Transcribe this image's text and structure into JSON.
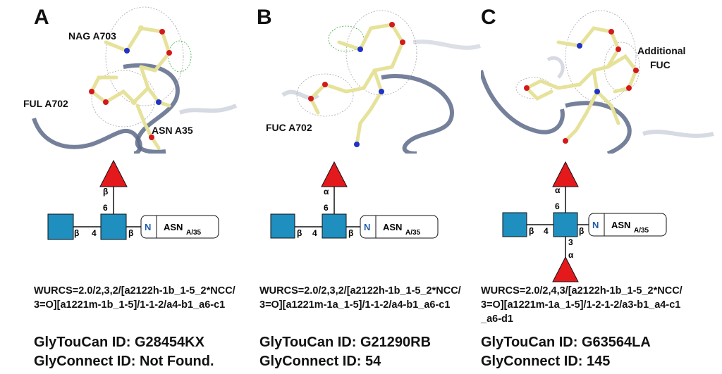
{
  "panels": [
    {
      "letter": "A",
      "structure_labels": [
        "NAG A703",
        "FUL A702",
        "ASN A35"
      ],
      "glycan": {
        "residue": "ASN",
        "subscript": "A/35",
        "link_n": "N",
        "core_to_asn": "β",
        "chitobiose_anomer": "β",
        "chitobiose_position": "4",
        "fucose_anomer": "β",
        "fucose_position": "6"
      },
      "wurcs": "WURCS=2.0/2,3,2/[a2122h-1b_1-5_2*NCC/3=O][a1221m-1b_1-5]/1-1-2/a4-b1_a6-c1",
      "glytoucan_label": "GlyTouCan ID:",
      "glytoucan_id": "G28454KX",
      "glyconnect_label": "GlyConnect ID:",
      "glyconnect_id": "Not Found."
    },
    {
      "letter": "B",
      "structure_labels": [
        "FUC A702"
      ],
      "glycan": {
        "residue": "ASN",
        "subscript": "A/35",
        "link_n": "N",
        "core_to_asn": "β",
        "chitobiose_anomer": "β",
        "chitobiose_position": "4",
        "fucose_anomer": "α",
        "fucose_position": "6"
      },
      "wurcs": "WURCS=2.0/2,3,2/[a2122h-1b_1-5_2*NCC/3=O][a1221m-1a_1-5]/1-1-2/a4-b1_a6-c1",
      "glytoucan_label": "GlyTouCan ID:",
      "glytoucan_id": "G21290RB",
      "glyconnect_label": "GlyConnect ID:",
      "glyconnect_id": "54"
    },
    {
      "letter": "C",
      "structure_labels": [
        "Additional",
        "FUC"
      ],
      "glycan": {
        "residue": "ASN",
        "subscript": "A/35",
        "link_n": "N",
        "core_to_asn": "β",
        "chitobiose_anomer": "β",
        "chitobiose_position": "4",
        "fucose_anomer": "α",
        "fucose_position": "6",
        "fucose2_anomer": "α",
        "fucose2_position": "3"
      },
      "wurcs": "WURCS=2.0/2,4,3/[a2122h-1b_1-5_2*NCC/3=O][a1221m-1a_1-5]/1-2-1-2/a3-b1_a4-c1_a6-d1",
      "glytoucan_label": "GlyTouCan ID:",
      "glytoucan_id": "G63564LA",
      "glyconnect_label": "GlyConnect ID:",
      "glyconnect_id": "145"
    }
  ],
  "colors": {
    "glcnac": "#1f8fc0",
    "fucose": "#e3191c",
    "ribbon": "#5d6a8a",
    "carbon": "#e6e29a",
    "oxygen": "#d2191c",
    "nitrogen": "#1f33c8",
    "mesh_gray": "#a7a7a7",
    "mesh_green": "#3bb03b",
    "link_n": "#1d5fa8"
  }
}
